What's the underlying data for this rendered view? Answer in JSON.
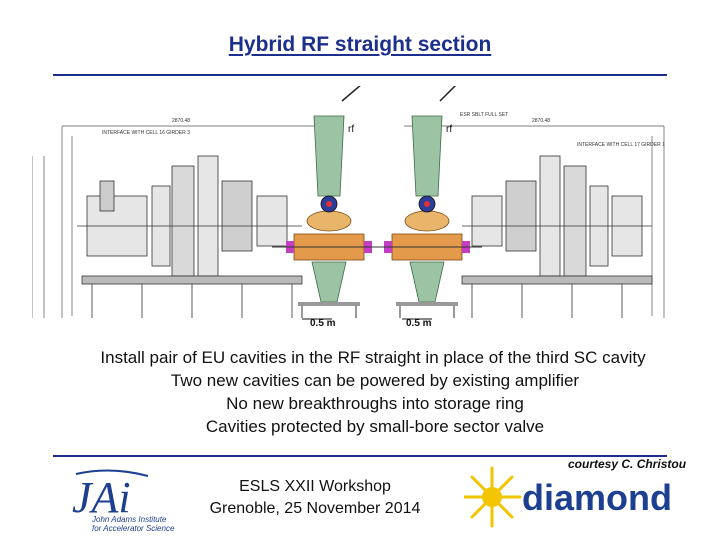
{
  "slide": {
    "title": "Hybrid RF straight section",
    "bullets": [
      "Install pair of EU cavities in the RF straight in place of the third SC cavity",
      "Two new cavities can be powered by existing amplifier",
      "No new breakthroughs into storage ring",
      "Cavities protected by small-bore sector valve"
    ]
  },
  "drawing": {
    "scale_labels": [
      "0.5 m",
      "0.5 m"
    ],
    "rf_labels": [
      "rf",
      "rf"
    ],
    "dimension_labels": {
      "left_top": "2870.48",
      "right_top": "2870.48",
      "left_interface": "INTERFACE WITH CELL 16 GIRDER 3",
      "right_interface": "INTERFACE WITH CELL 17 GIRDER 1",
      "center_tag": "ESR SBLT FULL SET"
    }
  },
  "footer": {
    "courtesy": "courtesy C. Christou",
    "workshop_line1": "ESLS XXII Workshop",
    "workshop_line2": "Grenoble, 25 November 2014",
    "jai_logo_mark": "JAi",
    "jai_logo_line1": "John Adams Institute",
    "jai_logo_line2": "for Accelerator Science",
    "diamond_logo_text": "diamond"
  },
  "colors": {
    "title": "#1c2f8c",
    "rule": "#1c2f8c",
    "cavity_orange": "#e39a4b",
    "tube_green": "#9cc3a3",
    "diamond_blue": "#1d3f8f",
    "diamond_yellow": "#f2c500"
  }
}
